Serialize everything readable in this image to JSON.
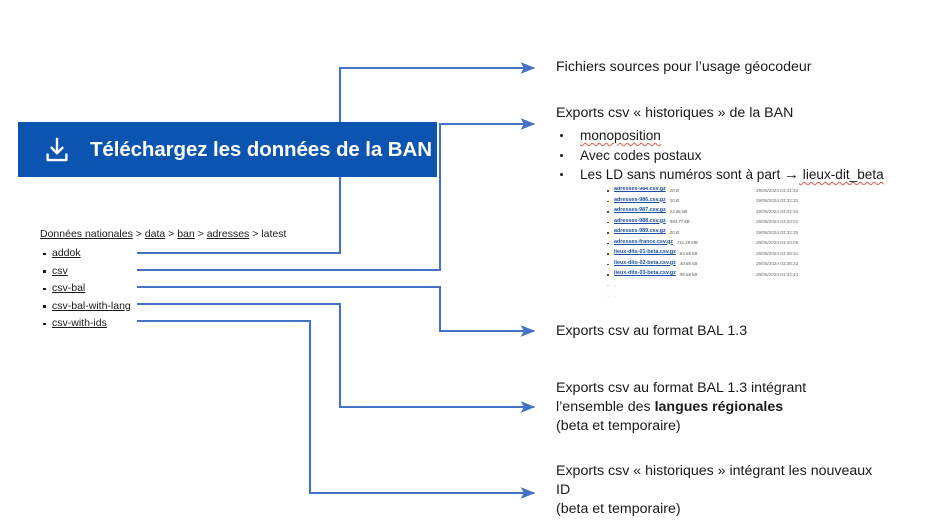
{
  "banner": {
    "icon": "download-icon",
    "title": "Téléchargez les données de la BAN",
    "background_color": "#0B55B0",
    "text_color": "#FFFFFF"
  },
  "connector_color": "#4472C4",
  "tree": {
    "breadcrumb": {
      "full": "Données nationales > data > ban > adresses > latest",
      "parts": [
        "Données nationales",
        "data",
        "ban",
        "adresses",
        "latest"
      ],
      "separator": ">"
    },
    "items": [
      {
        "label": "addok"
      },
      {
        "label": "csv"
      },
      {
        "label": "csv-bal"
      },
      {
        "label": "csv-bal-with-lang"
      },
      {
        "label": "csv-with-ids"
      }
    ]
  },
  "annotations": [
    {
      "id": "addok",
      "heading": "Fichiers sources pour l’usage géocodeur",
      "bullets": [],
      "lines": []
    },
    {
      "id": "csv",
      "heading": "Exports csv « historiques » de la BAN",
      "bullets": [
        {
          "text": "monoposition",
          "spellcheck_flag": true
        },
        {
          "text": "Avec codes postaux",
          "spellcheck_flag": false
        },
        {
          "text_before": "Les LD sans numéros sont à part ",
          "glyph": "→",
          "text_after": " lieux-dit_beta",
          "spellcheck_flag": true
        }
      ],
      "lines": []
    },
    {
      "id": "csv-bal",
      "heading": "Exports csv au format BAL 1.3",
      "bullets": [],
      "lines": []
    },
    {
      "id": "csv-bal-with-lang",
      "heading": "",
      "bullets": [],
      "lines": [
        {
          "text": "Exports csv au format BAL 1.3 intégrant",
          "bold": false
        },
        {
          "prefix": "l’ensemble des ",
          "strong": "langues régionales",
          "bold": false
        },
        {
          "text": "(beta et temporaire)",
          "bold": false
        }
      ]
    },
    {
      "id": "csv-with-ids",
      "heading": "",
      "bullets": [],
      "lines": [
        {
          "text": "Exports csv « historiques » intégrant les nouveaux",
          "bold": false
        },
        {
          "text": "ID",
          "bold": false
        },
        {
          "text": "(beta et temporaire)",
          "bold": false
        }
      ]
    }
  ],
  "file_listing": {
    "rows": [
      {
        "name": "adresses-984.csv.gz",
        "size": "20 B",
        "time": "29/06/2024 03:32:32"
      },
      {
        "name": "adresses-986.csv.gz",
        "size": "20 B",
        "time": "29/06/2024 03:32:32"
      },
      {
        "name": "adresses-987.csv.gz",
        "size": "22.06 kB",
        "time": "29/06/2024 03:32:34"
      },
      {
        "name": "adresses-988.csv.gz",
        "size": "984.77 kB",
        "time": "29/06/2024 03:33:01"
      },
      {
        "name": "adresses-989.csv.gz",
        "size": "20 B",
        "time": "29/06/2024 03:32:35"
      },
      {
        "name": "adresses-france.csv.gz",
        "size": "711.29 MB",
        "time": "29/06/2024 03:40:05"
      },
      {
        "name": "lieux-dits-01-beta.csv.gz",
        "size": "84.86 kB",
        "time": "29/06/2024 03:35:31"
      },
      {
        "name": "lieux-dits-02-beta.csv.gz",
        "size": "40.88 kB",
        "time": "29/06/2024 03:35:23"
      },
      {
        "name": "lieux-dits-03-beta.csv.gz",
        "size": "96.66 kB",
        "time": "29/06/2024 03:34:44"
      }
    ]
  }
}
